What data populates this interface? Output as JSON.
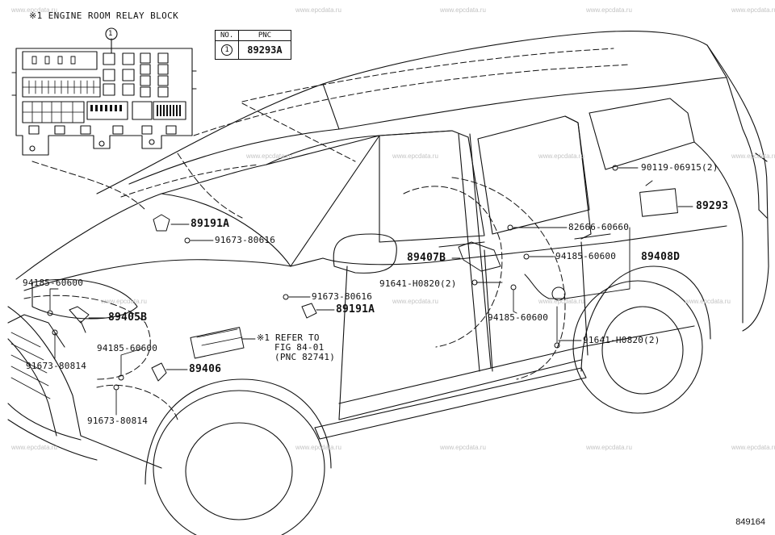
{
  "relay_block": {
    "title": "※1 ENGINE ROOM RELAY BLOCK",
    "callout": "1"
  },
  "pnc_table": {
    "header_no": "NO.",
    "header_pnc": "PNC",
    "row_no": "1",
    "row_pnc": "89293A"
  },
  "parts": {
    "p89191A_top": "89191A",
    "p91673_80616_top": "91673-80616",
    "p94185_60600_left": "94185-60600",
    "p89405B": "89405B",
    "p94185_60600_mid": "94185-60600",
    "p91673_80814_left": "91673-80814",
    "p89406": "89406",
    "p91673_80814_bottom": "91673-80814",
    "p91673_80616_mid": "91673-80616",
    "p89191A_mid": "89191A",
    "refer_1": "※1 REFER TO",
    "refer_2": "FIG 84-01",
    "refer_3": "(PNC 82741)",
    "p89407B": "89407B",
    "p91641_H0820_mid": "91641-H0820(2)",
    "p94185_60600_door": "94185-60600",
    "p82666_60660": "82666-60660",
    "p94185_60600_right": "94185-60600",
    "p89408D": "89408D",
    "p90119_06915": "90119-06915(2)",
    "p89293": "89293",
    "p91641_H0820_low": "91641-H0820(2)"
  },
  "watermark": "www.epcdata.ru",
  "figure_id": "849164"
}
